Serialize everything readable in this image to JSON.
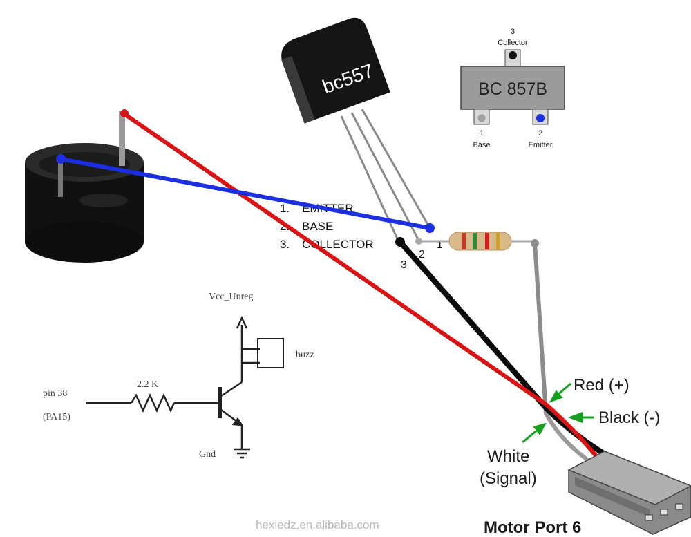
{
  "transistor_to92": {
    "marking": "bc557",
    "pinout": [
      "1.",
      "EMITTER",
      "2.",
      "BASE",
      "3.",
      "COLLECTOR"
    ],
    "pin_numbers": {
      "collector": "3",
      "base": "2",
      "emitter": "1"
    }
  },
  "transistor_smd": {
    "marking": "BC 857B",
    "collector_num": "3",
    "collector_label": "Collector",
    "base_num": "1",
    "base_label": "Base",
    "emitter_num": "2",
    "emitter_label": "Emitter"
  },
  "schematic": {
    "vcc": "Vcc_Unreg",
    "buzzer": "buzz",
    "resistor": "2.2 K",
    "pin": "pin 38",
    "pin_alt": "(PA15)",
    "ground": "Gnd"
  },
  "connector": {
    "red": "Red (+)",
    "black": "Black (-)",
    "white_line1": "White",
    "white_line2": "(Signal)",
    "title": "Motor Port 6"
  },
  "watermark": "hexiedz.en.alibaba.com",
  "colors": {
    "red_wire": "#d81414",
    "blue_wire": "#1a2fe0",
    "black_wire": "#0a0a0a",
    "grey_wire": "#8c8c8c",
    "arrow": "#14a01e"
  }
}
